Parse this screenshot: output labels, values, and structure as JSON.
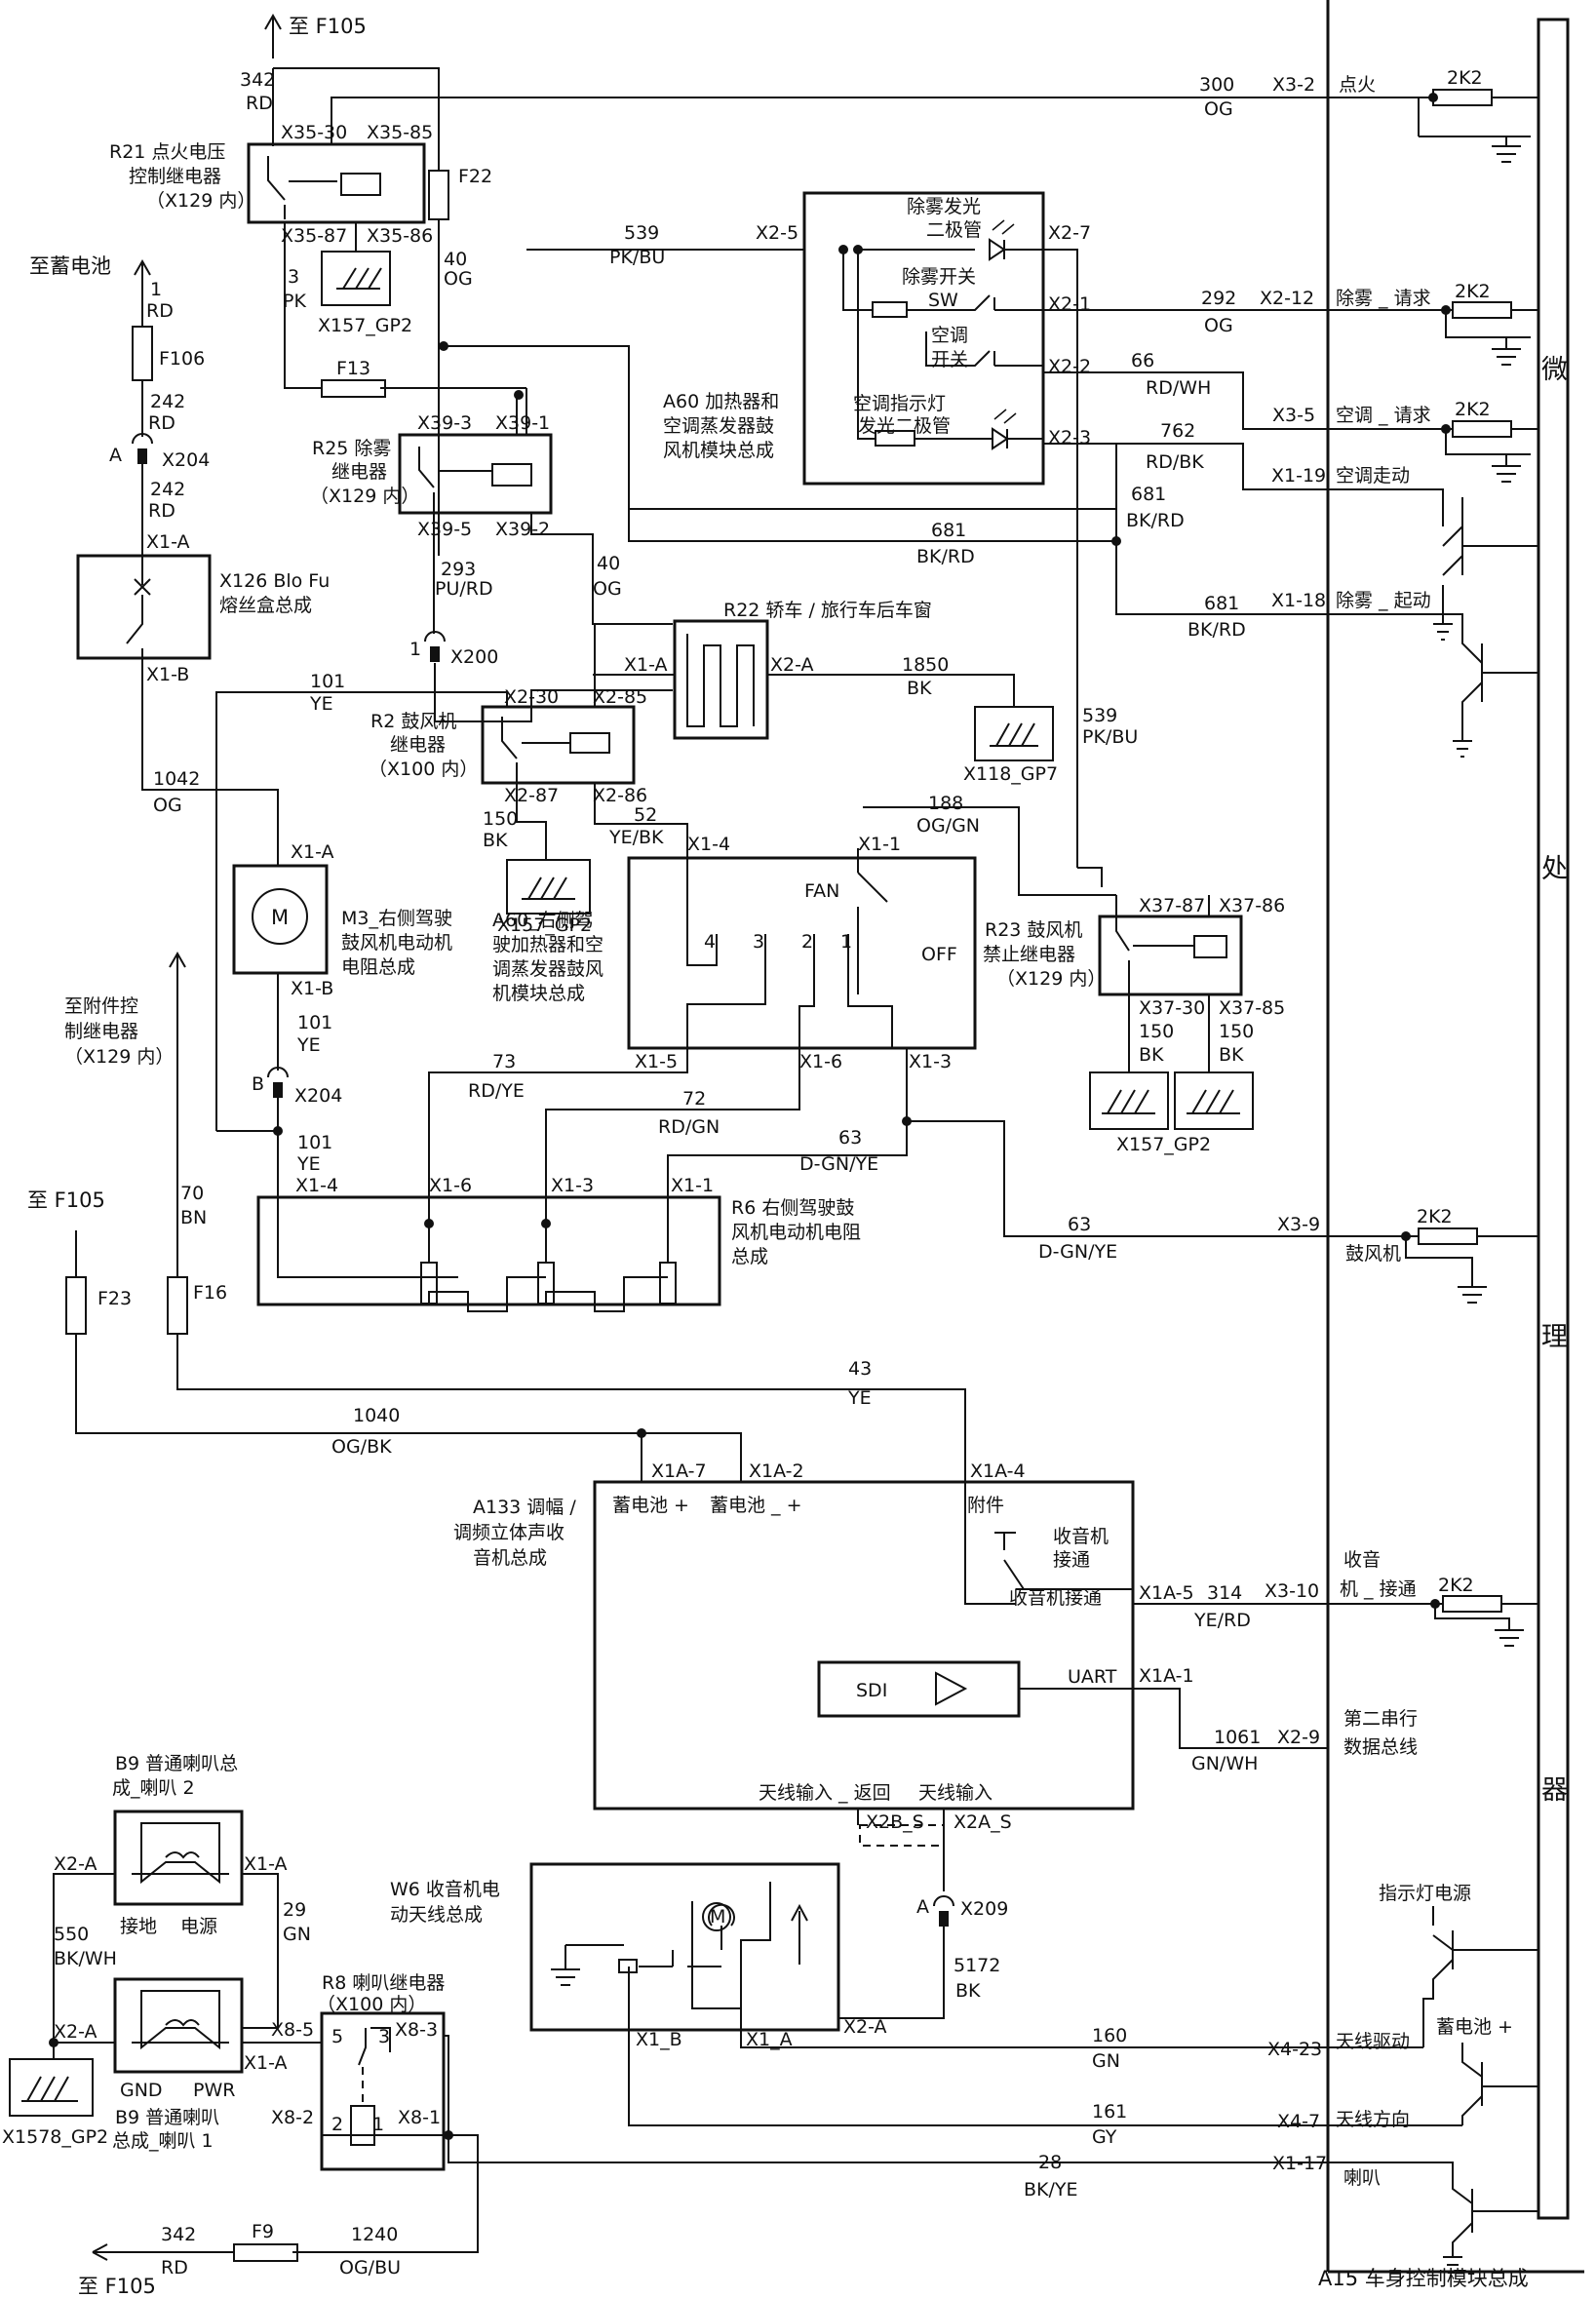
{
  "modules": {
    "a15": "A15 车身控制模块总成",
    "micro": [
      "微",
      "处",
      "理",
      "器"
    ],
    "r21": [
      "R21 点火电压",
      "控制继电器",
      "（X129 内）"
    ],
    "r25": [
      "R25 除雾",
      "继电器",
      "（X129 内）"
    ],
    "r2": [
      "R2 鼓风机",
      "继电器",
      "（X100 内）"
    ],
    "r22": "R22 轿车 / 旅行车后车窗",
    "r23": [
      "R23 鼓风机",
      "禁止继电器",
      "（X129 内）"
    ],
    "x126": [
      "X126 Blo Fu",
      "熔丝盒总成"
    ],
    "m3": [
      "M3_右侧驾驶",
      "鼓风机电动机",
      "电阻总成"
    ],
    "a60_top": [
      "A60 加热器和",
      "空调蒸发器鼓",
      "风机模块总成"
    ],
    "a60_mid": [
      "A60_右侧驾",
      "驶加热器和空",
      "调蒸发器鼓风",
      "机模块总成"
    ],
    "r6": [
      "R6 右侧驾驶鼓",
      "风机电动机电阻",
      "总成"
    ],
    "a133": [
      "A133 调幅 /",
      "调频立体声收",
      "音机总成"
    ],
    "w6": [
      "W6 收音机电",
      "动天线总成"
    ],
    "b9_top": [
      "B9 普通喇叭总",
      "成_喇叭 2"
    ],
    "b9_bot": [
      "B9 普通喇叭",
      "总成_喇叭 1"
    ],
    "r8": [
      "R8 喇叭继电器",
      "（X100 内）"
    ]
  },
  "destinations": {
    "f105_top": "至 F105",
    "battery": "至蓄电池",
    "accessory": [
      "至附件控",
      "制继电器",
      "（X129 内）"
    ],
    "f105_mid": "至 F105",
    "f105_bot": "至 F105"
  },
  "fuses": {
    "f22": "F22",
    "f13": "F13",
    "f106": "F106",
    "f23": "F23",
    "f16": "F16",
    "f9": "F9"
  },
  "resistor": "2K2",
  "wires": [
    {
      "num": "342",
      "color": "RD"
    },
    {
      "num": "300",
      "color": "OG"
    },
    {
      "num": "3",
      "color": "PK"
    },
    {
      "num": "40",
      "color": "OG"
    },
    {
      "num": "539",
      "color": "PK/BU"
    },
    {
      "num": "292",
      "color": "OG"
    },
    {
      "num": "66",
      "color": "RD/WH"
    },
    {
      "num": "762",
      "color": "RD/BK"
    },
    {
      "num": "681",
      "color": "BK/RD"
    },
    {
      "num": "681",
      "color": "BK/RD"
    },
    {
      "num": "681",
      "color": "BK/RD"
    },
    {
      "num": "1",
      "color": "RD"
    },
    {
      "num": "242",
      "color": "RD"
    },
    {
      "num": "242",
      "color": "RD"
    },
    {
      "num": "293",
      "color": "PU/RD"
    },
    {
      "num": "40",
      "color": "OG"
    },
    {
      "num": "101",
      "color": "YE"
    },
    {
      "num": "1850",
      "color": "BK"
    },
    {
      "num": "539",
      "color": "PK/BU"
    },
    {
      "num": "1042",
      "color": "OG"
    },
    {
      "num": "150",
      "color": "BK"
    },
    {
      "num": "52",
      "color": "YE/BK"
    },
    {
      "num": "188",
      "color": "OG/GN"
    },
    {
      "num": "101",
      "color": "YE"
    },
    {
      "num": "73",
      "color": "RD/YE"
    },
    {
      "num": "72",
      "color": "RD/GN"
    },
    {
      "num": "63",
      "color": "D-GN/YE"
    },
    {
      "num": "101",
      "color": "YE"
    },
    {
      "num": "70",
      "color": "BN"
    },
    {
      "num": "150",
      "color": "BK"
    },
    {
      "num": "150",
      "color": "BK"
    },
    {
      "num": "63",
      "color": "D-GN/YE"
    },
    {
      "num": "43",
      "color": "YE"
    },
    {
      "num": "1040",
      "color": "OG/BK"
    },
    {
      "num": "314",
      "color": "YE/RD"
    },
    {
      "num": "1061",
      "color": "GN/WH"
    },
    {
      "num": "550",
      "color": "BK/WH"
    },
    {
      "num": "29",
      "color": "GN"
    },
    {
      "num": "5172",
      "color": "BK"
    },
    {
      "num": "160",
      "color": "GN"
    },
    {
      "num": "161",
      "color": "GY"
    },
    {
      "num": "28",
      "color": "BK/YE"
    },
    {
      "num": "342",
      "color": "RD"
    },
    {
      "num": "1240",
      "color": "OG/BU"
    }
  ],
  "pins": {
    "x3_2": "X3-2",
    "x2_12": "X2-12",
    "x3_5": "X3-5",
    "x1_19": "X1-19",
    "x1_18": "X1-18",
    "x3_9": "X3-9",
    "x3_10": "X3-10",
    "x2_9": "X2-9",
    "x4_23": "X4-23",
    "x4_7": "X4-7",
    "x1_17": "X1-17",
    "x35_30": "X35-30",
    "x35_85": "X35-85",
    "x35_87": "X35-87",
    "x35_86": "X35-86",
    "x39_3": "X39-3",
    "x39_1": "X39-1",
    "x39_5": "X39-5",
    "x39_2": "X39-2",
    "x2_5": "X2-5",
    "x2_7": "X2-7",
    "x2_1": "X2-1",
    "x2_2": "X2-2",
    "x2_3": "X2-3",
    "x2_30": "X2-30",
    "x2_85": "X2-85",
    "x2_87": "X2-87",
    "x2_86": "X2-86",
    "r22_x1a": "X1-A",
    "r22_x2a": "X2-A",
    "x1_4": "X1-4",
    "x1_1": "X1-1",
    "x1_5": "X1-5",
    "x1_6": "X1-6",
    "x1_3": "X1-3",
    "x37_87": "X37-87",
    "x37_86": "X37-86",
    "x37_30": "X37-30",
    "x37_85": "X37-85",
    "x126_x1a": "X1-A",
    "x126_x1b": "X1-B",
    "m3_x1a": "X1-A",
    "m3_x1b": "X1-B",
    "r6_x14": "X1-4",
    "r6_x16": "X1-6",
    "r6_x13": "X1-3",
    "r6_x11": "X1-1",
    "x1a_7": "X1A-7",
    "x1a_2": "X1A-2",
    "x1a_4": "X1A-4",
    "x1a_5": "X1A-5",
    "x1a_1": "X1A-1",
    "x2b_s": "X2B_S",
    "x2a_s": "X2A_S",
    "w6_x1b": "X1_B",
    "w6_x1a": "X1_A",
    "w6_x2a": "X2-A",
    "b9t_x2a": "X2-A",
    "b9t_x1a": "X1-A",
    "b9b_x2a": "X2-A",
    "b9b_x1a": "X1-A",
    "x8_5": "X8-5",
    "x8_3": "X8-3",
    "x8_2": "X8-2",
    "x8_1": "X8-1"
  },
  "connectors": {
    "x204_top": "X204",
    "x204_top_pin": "A",
    "x200": "X200",
    "x200_pin": "1",
    "x204_mid": "X204",
    "x204_mid_pin": "B",
    "x209": "X209",
    "x209_pin": "A"
  },
  "grounds": {
    "x157_gp2_a": "X157_GP2",
    "x157_gp2_b": "X157_GP2",
    "x157_gp2_c": "X157_GP2",
    "x118_gp7": "X118_GP7",
    "x1578_gp2": "X1578_GP2"
  },
  "signals": {
    "ignition": "点火",
    "defog_req": "除雾 _ 请求",
    "ac_req": "空调 _ 请求",
    "ac_on": "空调走动",
    "defog_start": "除雾 _ 起动",
    "blower": "鼓风机",
    "radio_on": [
      "收音",
      "机 _ 接通"
    ],
    "serial": [
      "第二串行",
      "数据总线"
    ],
    "ind_power": "指示灯电源",
    "batt_plus": "蓄电池 +",
    "ant_drive": "天线驱动",
    "ant_dir": "天线方向",
    "horn": "喇叭"
  },
  "internal": {
    "defog_led": [
      "除雾发光",
      "二极管"
    ],
    "defog_sw": "除雾开关",
    "sw": "SW",
    "ac_sw": [
      "空调",
      "开关"
    ],
    "ac_led": [
      "空调指示灯",
      "发光二极管"
    ],
    "fan": "FAN",
    "fan_positions": [
      "4",
      "3",
      "2",
      "1",
      "OFF"
    ],
    "batt1": "蓄电池 +",
    "batt2": "蓄电池 _ +",
    "accessory": "附件",
    "radio_on_label": [
      "收音机",
      "接通"
    ],
    "radio_on_sw": "收音机接通",
    "uart": "UART",
    "sdi": "SDI",
    "ant_return": "天线输入 _ 返回",
    "ant_in": "天线输入",
    "ground": "接地",
    "power": "电源",
    "gnd": "GND",
    "pwr": "PWR",
    "r8_p5": "5",
    "r8_p3": "3",
    "r8_p2": "2",
    "r8_p1": "1"
  }
}
